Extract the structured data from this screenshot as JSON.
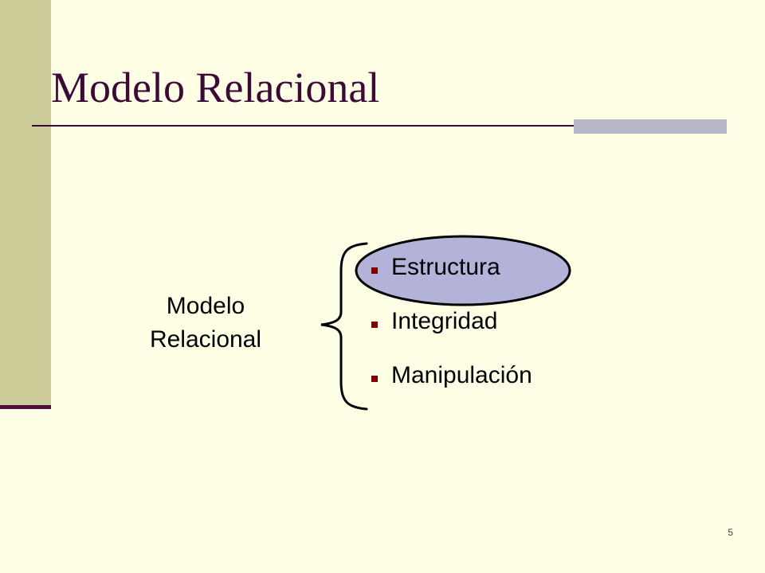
{
  "slide": {
    "title": "Modelo Relacional",
    "page_number": "5"
  },
  "diagram": {
    "concept_label": "Modelo Relacional",
    "items": [
      {
        "label": "Estructura",
        "highlighted": true
      },
      {
        "label": "Integridad",
        "highlighted": false
      },
      {
        "label": "Manipulación",
        "highlighted": false
      }
    ]
  },
  "colors": {
    "background": "#ffffe5",
    "left_bar": "#cccc99",
    "title_text": "#3d0a38",
    "rule_accent": "#b7b7c8",
    "highlight_fill": "#b3b3d9",
    "bullet_marker": "#800000"
  }
}
